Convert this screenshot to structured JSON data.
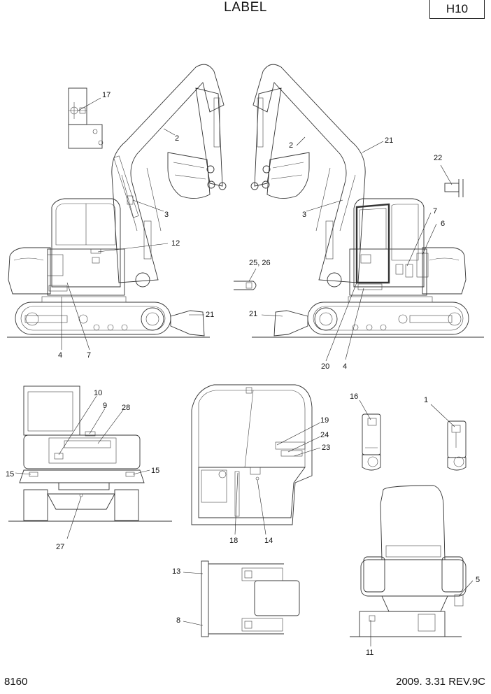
{
  "header": {
    "title": "LABEL",
    "page_code": "H10"
  },
  "footer": {
    "drawing_no": "8160",
    "revision": "2009. 3.31 REV.9C"
  },
  "callouts": {
    "c1": "1",
    "c2a": "2",
    "c2b": "2",
    "c3a": "3",
    "c3b": "3",
    "c4a": "4",
    "c4b": "4",
    "c5": "5",
    "c6": "6",
    "c7a": "7",
    "c7b": "7",
    "c8": "8",
    "c9": "9",
    "c10": "10",
    "c11": "11",
    "c12": "12",
    "c13": "13",
    "c14": "14",
    "c15a": "15",
    "c15b": "15",
    "c16": "16",
    "c17": "17",
    "c18": "18",
    "c19": "19",
    "c20": "20",
    "c21a": "21",
    "c21b": "21",
    "c21c": "21",
    "c22": "22",
    "c23": "23",
    "c24": "24",
    "c25_26": "25, 26",
    "c27": "27",
    "c28": "28"
  }
}
